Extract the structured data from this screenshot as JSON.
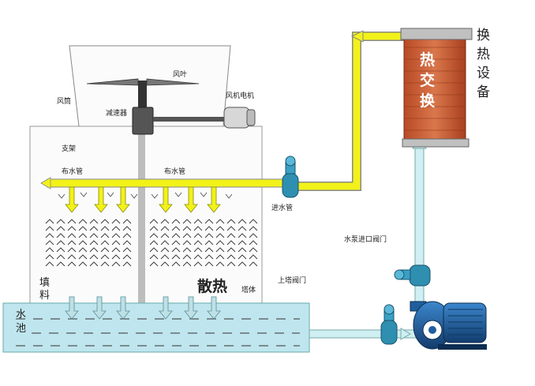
{
  "labels": {
    "fan_duct": "风筒",
    "fan_blade": "风叶",
    "fan_motor": "风机电机",
    "reducer": "减速器",
    "bracket": "支架",
    "distribution_pipe_left": "布水管",
    "distribution_pipe_right": "布水管",
    "inlet_pipe": "进水管",
    "pump_inlet_valve": "水泵进口阀门",
    "tower_valve": "上塔阀门",
    "tower_body": "塔体",
    "fill": [
      "填",
      "料"
    ],
    "heat_dissipation": "散热",
    "pool": [
      "水",
      "池"
    ],
    "heat_exchange_equipment": [
      "换",
      "热",
      "设",
      "备"
    ],
    "heat_exchanger": [
      "热",
      "交",
      "换"
    ]
  },
  "colors": {
    "hot_water_pipe": "#f2f21a",
    "cool_water_pipe": "#cfeff3",
    "pool_water": "#bfe6ee",
    "heat_exchanger": "#c8542e",
    "pump": "#1f5e9e",
    "valve": "#2f8fb0"
  }
}
